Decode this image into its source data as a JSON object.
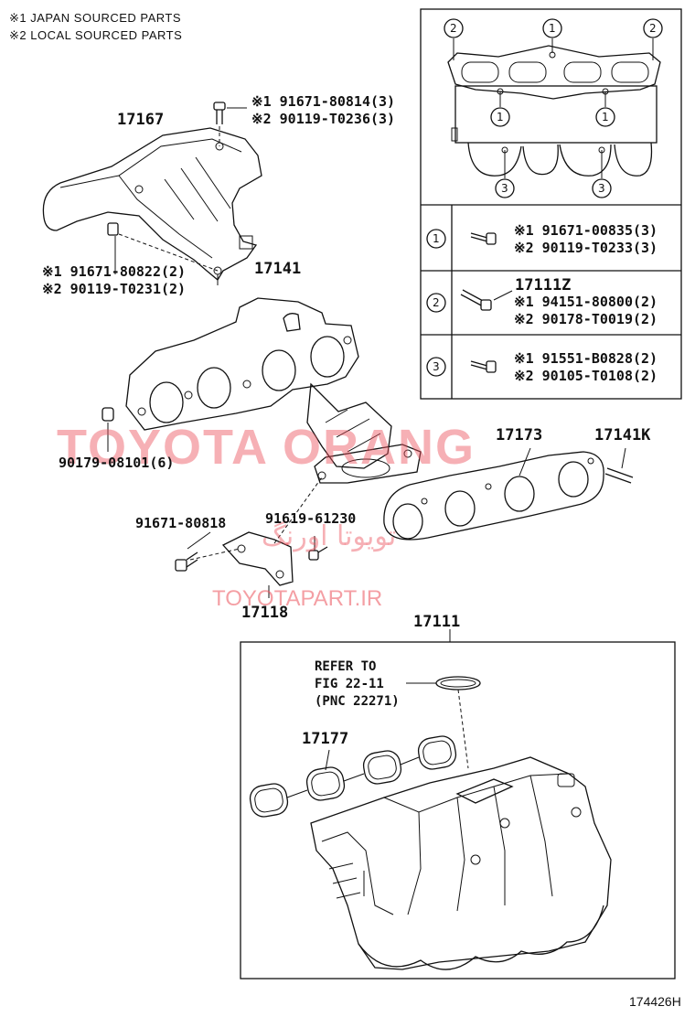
{
  "legend": {
    "japan": "※1 JAPAN SOURCED PARTS",
    "local": "※2 LOCAL SOURCED PARTS"
  },
  "watermark": {
    "brand": "TOYOTA ORANG",
    "persian": "تویوتا اورنگ",
    "site": "TOYOTAPART.IR"
  },
  "parts": {
    "heat_insulator": "17167",
    "exhaust_manifold": "17141",
    "exhaust_gasket": "17173",
    "stud_bolt": "17141K",
    "bracket": "17118",
    "intake_manifold": "17111",
    "intake_gasket": "17177",
    "stud_set": "17111Z"
  },
  "callouts": {
    "insulator_bolt_top_1": "※1 91671-80814(3)",
    "insulator_bolt_top_2": "※2 90119-T0236(3)",
    "insulator_bolt_bottom_1": "※1 91671-80822(2)",
    "insulator_bolt_bottom_2": "※2 90119-T0231(2)",
    "nut": "90179-08101(6)",
    "bracket_bolt_left": "91671-80818",
    "bracket_bolt_right": "91619-61230"
  },
  "refer": {
    "line1": "REFER TO",
    "line2": "FIG 22-11",
    "line3": "(PNC 22271)"
  },
  "key_table": {
    "rows": [
      {
        "num": "1",
        "p1": "※1 91671-00835(3)",
        "p2": "※2 90119-T0233(3)"
      },
      {
        "num": "2",
        "p1": "※1 94151-80800(2)",
        "p2": "※2 90178-T0019(2)"
      },
      {
        "num": "3",
        "p1": "※1 91551-B0828(2)",
        "p2": "※2 90105-T0108(2)"
      }
    ]
  },
  "top_view_markers": [
    "2",
    "1",
    "2",
    "1",
    "1",
    "3",
    "3"
  ],
  "figure_code": "174426H"
}
